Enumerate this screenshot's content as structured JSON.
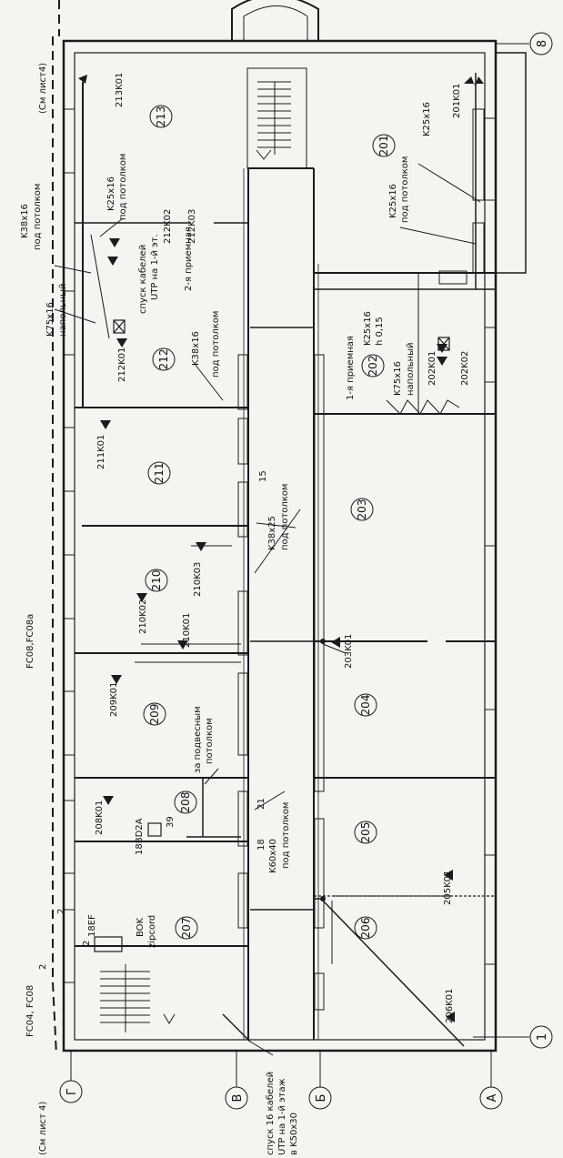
{
  "sheet_refs": {
    "top": "(См лист4)",
    "bottom": "(См лист 4)",
    "fc_top": "FC08,FC08a",
    "fc_bottom": "FC04, FC08"
  },
  "axes": {
    "row": [
      {
        "id": "axis-8",
        "label": "8"
      },
      {
        "id": "axis-1",
        "label": "1"
      }
    ],
    "col": [
      {
        "id": "axis-g",
        "label": "Г"
      },
      {
        "id": "axis-v",
        "label": "В"
      },
      {
        "id": "axis-b",
        "label": "Б"
      },
      {
        "id": "axis-a",
        "label": "А"
      }
    ]
  },
  "rooms": [
    {
      "id": "201",
      "label": "201"
    },
    {
      "id": "202",
      "label": "202"
    },
    {
      "id": "203",
      "label": "203"
    },
    {
      "id": "204",
      "label": "204"
    },
    {
      "id": "205",
      "label": "205"
    },
    {
      "id": "206",
      "label": "206"
    },
    {
      "id": "207",
      "label": "207"
    },
    {
      "id": "208",
      "label": "208"
    },
    {
      "id": "209",
      "label": "209"
    },
    {
      "id": "210",
      "label": "210"
    },
    {
      "id": "211",
      "label": "211"
    },
    {
      "id": "212",
      "label": "212"
    },
    {
      "id": "213",
      "label": "213"
    }
  ],
  "outlets": [
    {
      "id": "201K01",
      "label": "201K01"
    },
    {
      "id": "202K01",
      "label": "202K01"
    },
    {
      "id": "202K02",
      "label": "202K02"
    },
    {
      "id": "203K01",
      "label": "203K01"
    },
    {
      "id": "205K01",
      "label": "205K01"
    },
    {
      "id": "206K01",
      "label": "206K01"
    },
    {
      "id": "208K01",
      "label": "208K01"
    },
    {
      "id": "209K01",
      "label": "209K01"
    },
    {
      "id": "210K01",
      "label": "210K01"
    },
    {
      "id": "210K02",
      "label": "210K02"
    },
    {
      "id": "210K03",
      "label": "210K03"
    },
    {
      "id": "211K01",
      "label": "211K01"
    },
    {
      "id": "212K01",
      "label": "212K01"
    },
    {
      "id": "212K02",
      "label": "212K02"
    },
    {
      "id": "212K03",
      "label": "212K03"
    },
    {
      "id": "213K01",
      "label": "213K01"
    }
  ],
  "annotations": {
    "k25_201": "K25x16",
    "k25_ceiling": "K25x16",
    "ceiling": "под потолком",
    "k25_202": "K25x16",
    "h_015": "h 0,15",
    "reception1": "1-я приемная",
    "k75_202": "K75x16",
    "floor_202": "напольный",
    "reception2": "2-я приемная",
    "k38_212": "K38x16",
    "ceiling_212": "под потолком",
    "k25_213": "K25x16",
    "ceiling_213": "под потолком",
    "k38_left": "K38x16",
    "ceiling_left": "под потолком",
    "k75_left": "K75x16",
    "floor_left": "напольный",
    "descent": "спуск  кабелей",
    "utp_floor": "UTP на 1-й эт.",
    "k38x25": "K38x25",
    "ceiling_main": "под потолком",
    "num_15": "15",
    "suspended1": "за подвесным",
    "suspended2": "потолком",
    "num_21": "21",
    "num_18": "18",
    "num_39": "39",
    "box_18bd2a": "18BD2A",
    "k60": "K60x40",
    "ceiling_k60": "под потолком",
    "box_18ef": "18EF",
    "bok": "BOK",
    "zipcord": "zipcord",
    "num_2a": "2",
    "num_2b": "2",
    "num_2c": "2",
    "descent16": "спуск 16 кабелей",
    "utp_floor2": "UTP на 1-й этаж",
    "k50": "в K50x30"
  },
  "colors": {
    "ink": "#1b1b1b",
    "paper": "#f4f4f1"
  }
}
